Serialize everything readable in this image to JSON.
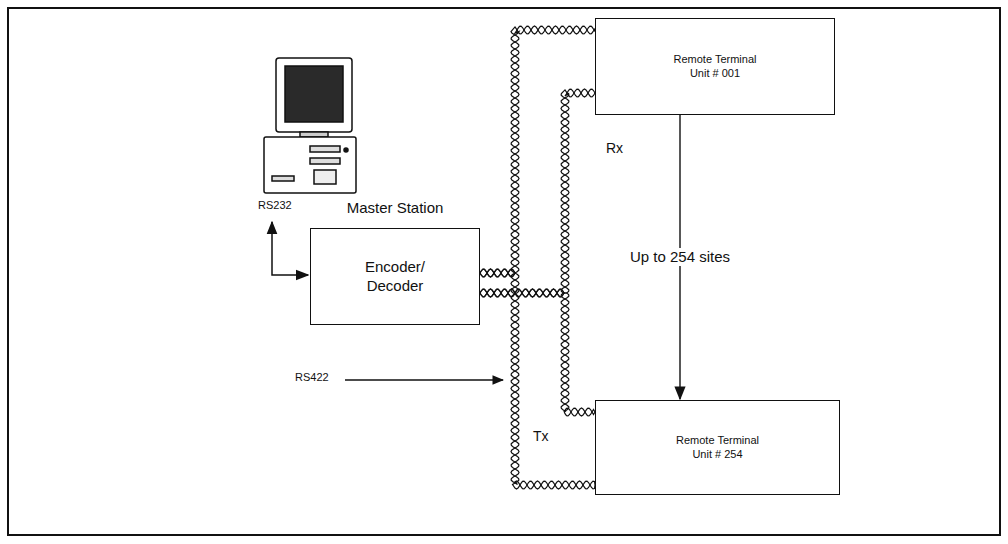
{
  "diagram": {
    "nodes": [
      {
        "text": [
          "Master Station",
          "Encoder/ Decoder"
        ]
      },
      {
        "text": [
          "Remote Terminal Unit # 001"
        ]
      },
      {
        "text": [
          "Remote Terminal Unit # 254"
        ]
      }
    ],
    "edges": [
      {
        "from": 0,
        "to": 1,
        "arrow": "none"
      },
      {
        "from": 0,
        "to": 2,
        "arrow": "none"
      },
      {
        "from": 1,
        "to": 2,
        "arrow": "to",
        "label": "Up to 254 sites"
      }
    ],
    "labels": [
      "RS232",
      "RS422",
      "Rx",
      "Tx"
    ]
  }
}
